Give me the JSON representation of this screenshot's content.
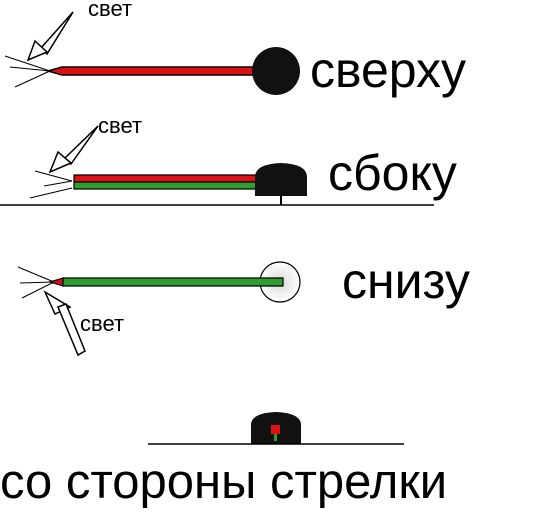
{
  "labels": {
    "top_view": "сверху",
    "side_view": "сбоку",
    "bottom_view": "снизу",
    "arrow_end_view": "со стороны стрелки",
    "light": "свет"
  },
  "colors": {
    "needle_red": "#dd1111",
    "needle_green": "#2e9e2e",
    "outline": "#000000",
    "pivot_fill": "#111111",
    "pivot_glow": "#e8e8e8",
    "background": "#ffffff"
  }
}
